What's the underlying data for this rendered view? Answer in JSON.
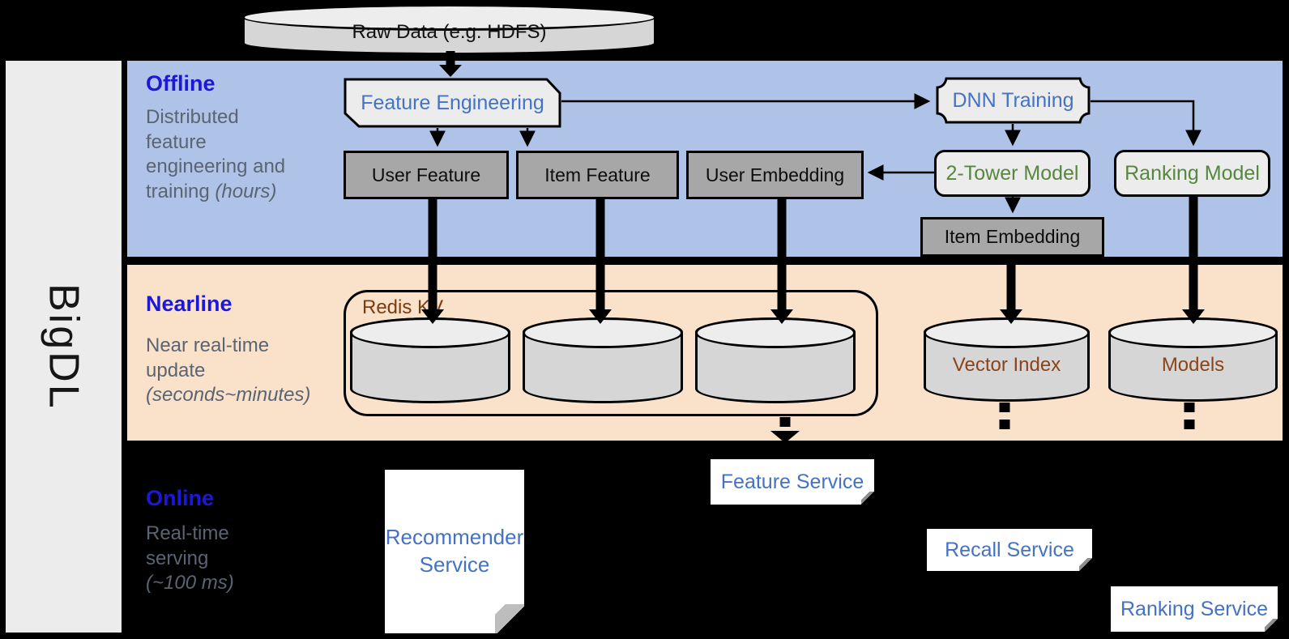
{
  "brand": "BigDL",
  "pipeline": {
    "raw_data": "Raw Data (e.g. HDFS)"
  },
  "bands": {
    "offline": {
      "title": "Offline",
      "description": "Distributed feature engineering and training",
      "duration": "(hours)"
    },
    "nearline": {
      "title": "Nearline",
      "description": "Near real-time update",
      "duration": "(seconds~minutes)"
    },
    "online": {
      "title": "Online",
      "description": "Real-time serving",
      "duration": "(~100 ms)"
    }
  },
  "offline_nodes": {
    "feature_engineering": "Feature Engineering",
    "dnn_training": "DNN Training",
    "user_feature": "User Feature",
    "item_feature": "Item Feature",
    "user_embedding": "User Embedding",
    "two_tower_model": "2-Tower Model",
    "ranking_model": "Ranking Model",
    "item_embedding": "Item Embedding"
  },
  "nearline_nodes": {
    "redis_kv": "Redis KV",
    "vector_index": "Vector Index",
    "models": "Models"
  },
  "online_nodes": {
    "recommender_service": "Recommender Service",
    "feature_service": "Feature Service",
    "recall_service": "Recall Service",
    "ranking_service": "Ranking Service"
  },
  "colors": {
    "offline_band": "#aec3e7",
    "nearline_band": "#fae1ca",
    "online_band": "#000000",
    "heading_blue": "#1c18d8",
    "node_blue": "#4472c4",
    "model_green": "#55883e",
    "storage_brown": "#8a4418",
    "gray_box": "#a7a7a7",
    "light_box": "#ececec"
  }
}
